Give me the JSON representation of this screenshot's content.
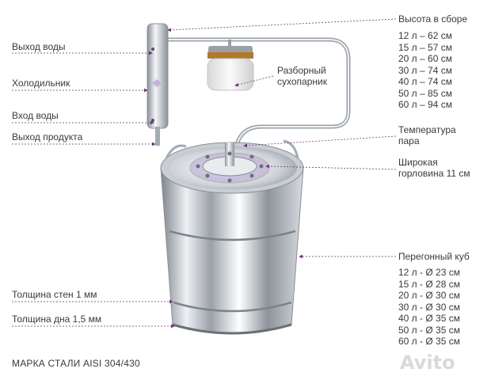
{
  "labels": {
    "water_out": "Выход воды",
    "condenser": "Холодильник",
    "water_in": "Вход воды",
    "product_out": "Выход продукта",
    "wall_thickness": "Толщина стен 1 мм",
    "bottom_thickness": "Толщина дна 1,5 мм",
    "steam_trap_1": "Разборный",
    "steam_trap_2": "сухопарник",
    "height_title": "Высота в сборе",
    "vapor_temp_1": "Температура",
    "vapor_temp_2": "пара",
    "neck_1": "Широкая",
    "neck_2": "горловина 11 см",
    "cube_title": "Перегонный куб"
  },
  "heights": [
    "12 л – 62 см",
    "15 л – 57 см",
    "20 л – 60 см",
    "30 л – 74 см",
    "40 л – 74 см",
    "50 л – 85 см",
    "60 л – 94 см"
  ],
  "diameters": [
    "12 л - Ø 23 см",
    "15 л - Ø 28 см",
    "20 л - Ø 30 см",
    "30 л - Ø 30 см",
    "40 л - Ø 35 см",
    "50 л - Ø 35 см",
    "60 л - Ø 35 см"
  ],
  "footer": "МАРКА СТАЛИ AISI 304/430",
  "watermark": "Avito",
  "colors": {
    "leader": "#7a2a86",
    "steel_dark": "#8a8f96",
    "steel_light": "#f2f4f6",
    "brass": "#b07a2a"
  }
}
